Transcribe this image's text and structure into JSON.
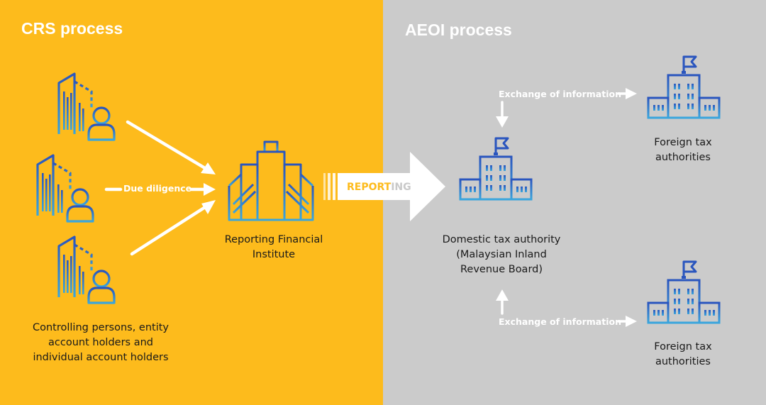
{
  "left": {
    "title": "CRS process",
    "background": "#FDBB1C"
  },
  "right": {
    "title": "AEOI process",
    "background": "#CBCBCB"
  },
  "icon_colors": {
    "blue": "#2A55BE",
    "light_blue": "#3AA6DD"
  },
  "icons": {
    "account_holder": "building-with-person-icon",
    "financial_institute": "skyscraper-institution-icon",
    "tax_authority": "government-building-with-flag-icon"
  },
  "labels": {
    "account_holders": [
      "Controlling persons, entity",
      "account holders and",
      "individual account holders"
    ],
    "due_diligence": "Due diligence",
    "reporting_fi": [
      "Reporting Financial",
      "Institute"
    ],
    "reporting_part1": "REPORT",
    "reporting_part2": "ING",
    "domestic_authority": [
      "Domestic tax authority",
      "(Malaysian Inland",
      "Revenue Board)"
    ],
    "exchange_top": "Exchange of information",
    "exchange_bottom": "Exchange of information",
    "foreign_top": [
      "Foreign tax",
      "authorities"
    ],
    "foreign_bottom": [
      "Foreign tax",
      "authorities"
    ]
  }
}
